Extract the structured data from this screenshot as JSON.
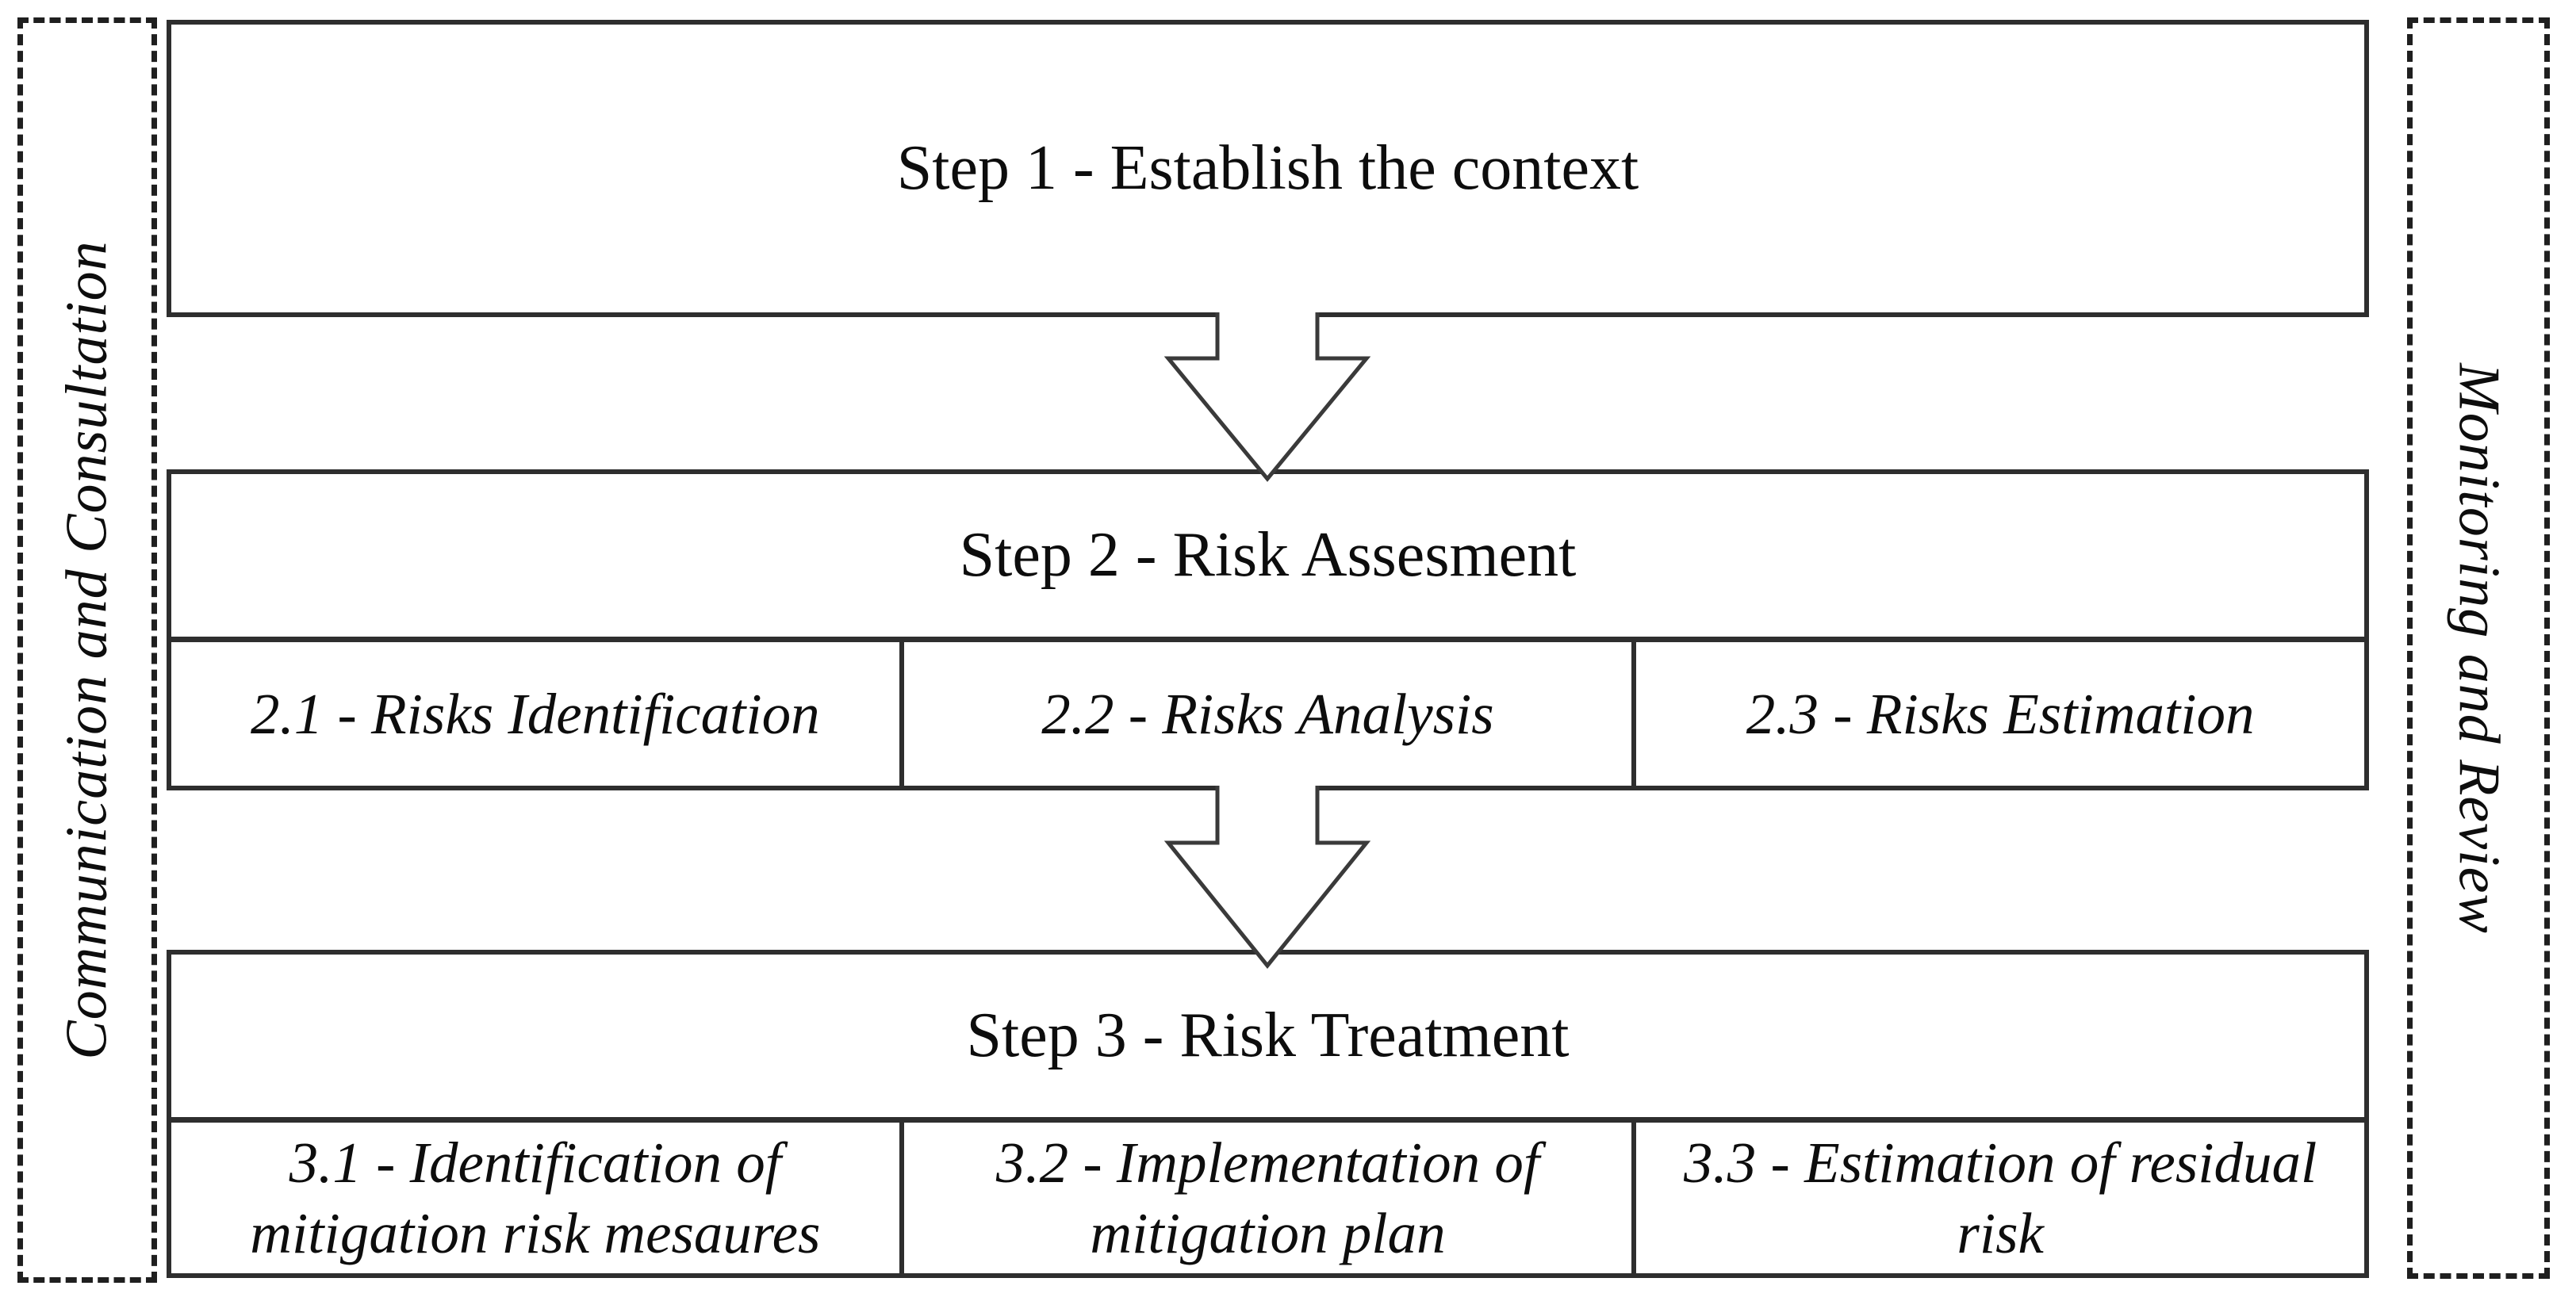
{
  "diagram": {
    "left_rail": {
      "label": "Communication and Consultation"
    },
    "right_rail": {
      "label": "Monitoring and Review"
    },
    "steps": [
      {
        "title": "Step 1 - Establish the context",
        "substeps": []
      },
      {
        "title": "Step 2 - Risk Assesment",
        "substeps": [
          "2.1 - Risks Identification",
          "2.2 - Risks Analysis",
          "2.3 - Risks Estimation"
        ]
      },
      {
        "title": "Step 3 - Risk Treatment",
        "substeps": [
          "3.1 - Identification of mitigation risk mesaures",
          "3.2 - Implementation of mitigation plan",
          "3.3 - Estimation of residual risk"
        ]
      }
    ],
    "colors": {
      "stroke": "#2e2e2e",
      "background": "#ffffff",
      "text": "#0d0d0d"
    }
  }
}
